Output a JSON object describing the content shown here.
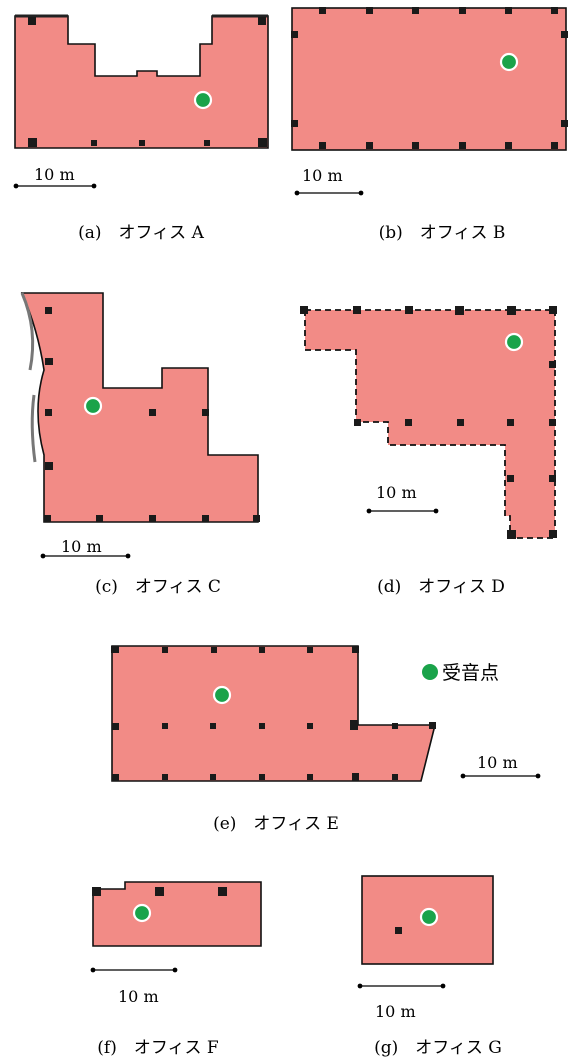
{
  "panels": [
    {
      "id": "a",
      "caption": "(a)　オフィス A",
      "scale": "10 m"
    },
    {
      "id": "b",
      "caption": "(b)　オフィス B",
      "scale": "10 m"
    },
    {
      "id": "c",
      "caption": "(c)　オフィス C",
      "scale": "10 m"
    },
    {
      "id": "d",
      "caption": "(d)　オフィス D",
      "scale": "10 m"
    },
    {
      "id": "e",
      "caption": "(e)　オフィス E",
      "scale": "10 m"
    },
    {
      "id": "f",
      "caption": "(f)　オフィス F",
      "scale": "10 m"
    },
    {
      "id": "g",
      "caption": "(g)　オフィス G",
      "scale": "10 m"
    }
  ],
  "legend": {
    "label": "受音点",
    "marker_color": "#1aa34a"
  },
  "colors": {
    "floor": "#f28b86",
    "outline": "#111111",
    "column": "#1a1a1a",
    "receiver": "#1aa34a"
  }
}
